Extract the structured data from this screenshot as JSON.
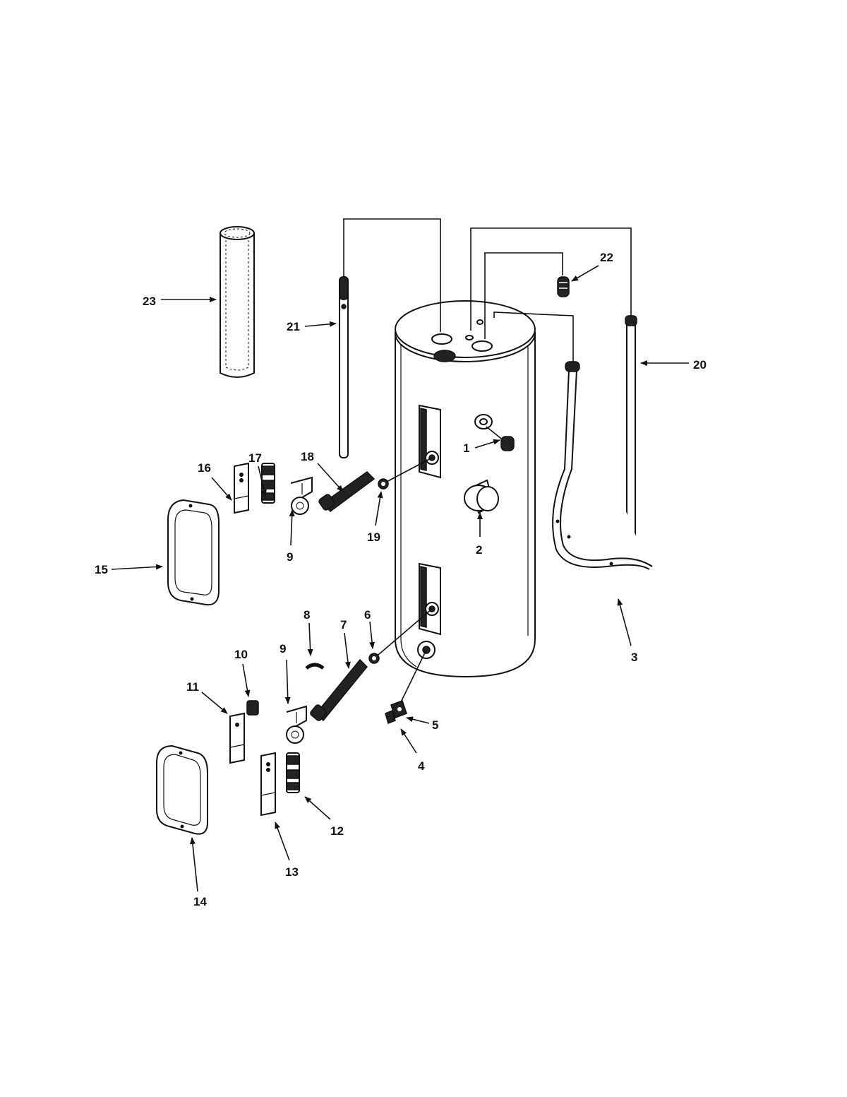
{
  "diagram": {
    "callouts": [
      "1",
      "2",
      "3",
      "4",
      "5",
      "6",
      "7",
      "8",
      "9",
      "9",
      "10",
      "11",
      "12",
      "13",
      "14",
      "15",
      "16",
      "17",
      "18",
      "19",
      "20",
      "21",
      "22",
      "23"
    ]
  },
  "colors": {
    "line": "#111111",
    "background": "#ffffff"
  }
}
